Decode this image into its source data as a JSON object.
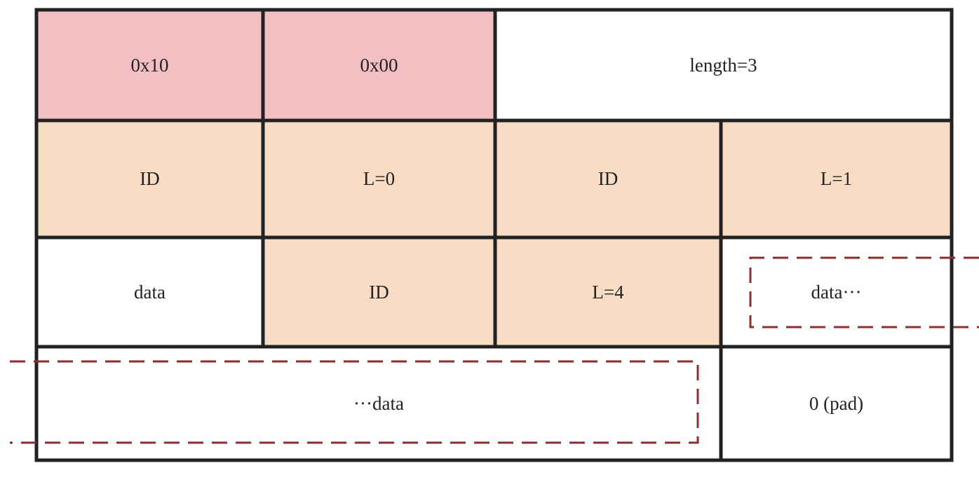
{
  "colors": {
    "header_fill": "#f2bfc2",
    "record_fill": "#f9dcc4",
    "plain_fill": "#ffffff",
    "grid_line": "#222222",
    "dashed_outline": "#8b2e2e"
  },
  "rows": [
    [
      {
        "text": "0x10",
        "fill": "header"
      },
      {
        "text": "0x00",
        "fill": "header"
      },
      {
        "text": "length=3",
        "fill": "plain"
      }
    ],
    [
      {
        "text": "ID",
        "fill": "record"
      },
      {
        "text": "L=0",
        "fill": "record"
      },
      {
        "text": "ID",
        "fill": "record"
      },
      {
        "text": "L=1",
        "fill": "record"
      }
    ],
    [
      {
        "text": "data",
        "fill": "plain"
      },
      {
        "text": "ID",
        "fill": "record"
      },
      {
        "text": "L=4",
        "fill": "record"
      },
      {
        "text": "data···",
        "fill": "plain"
      }
    ],
    [
      {
        "text": "···data",
        "fill": "plain"
      },
      {
        "text": "0 (pad)",
        "fill": "plain"
      }
    ]
  ]
}
